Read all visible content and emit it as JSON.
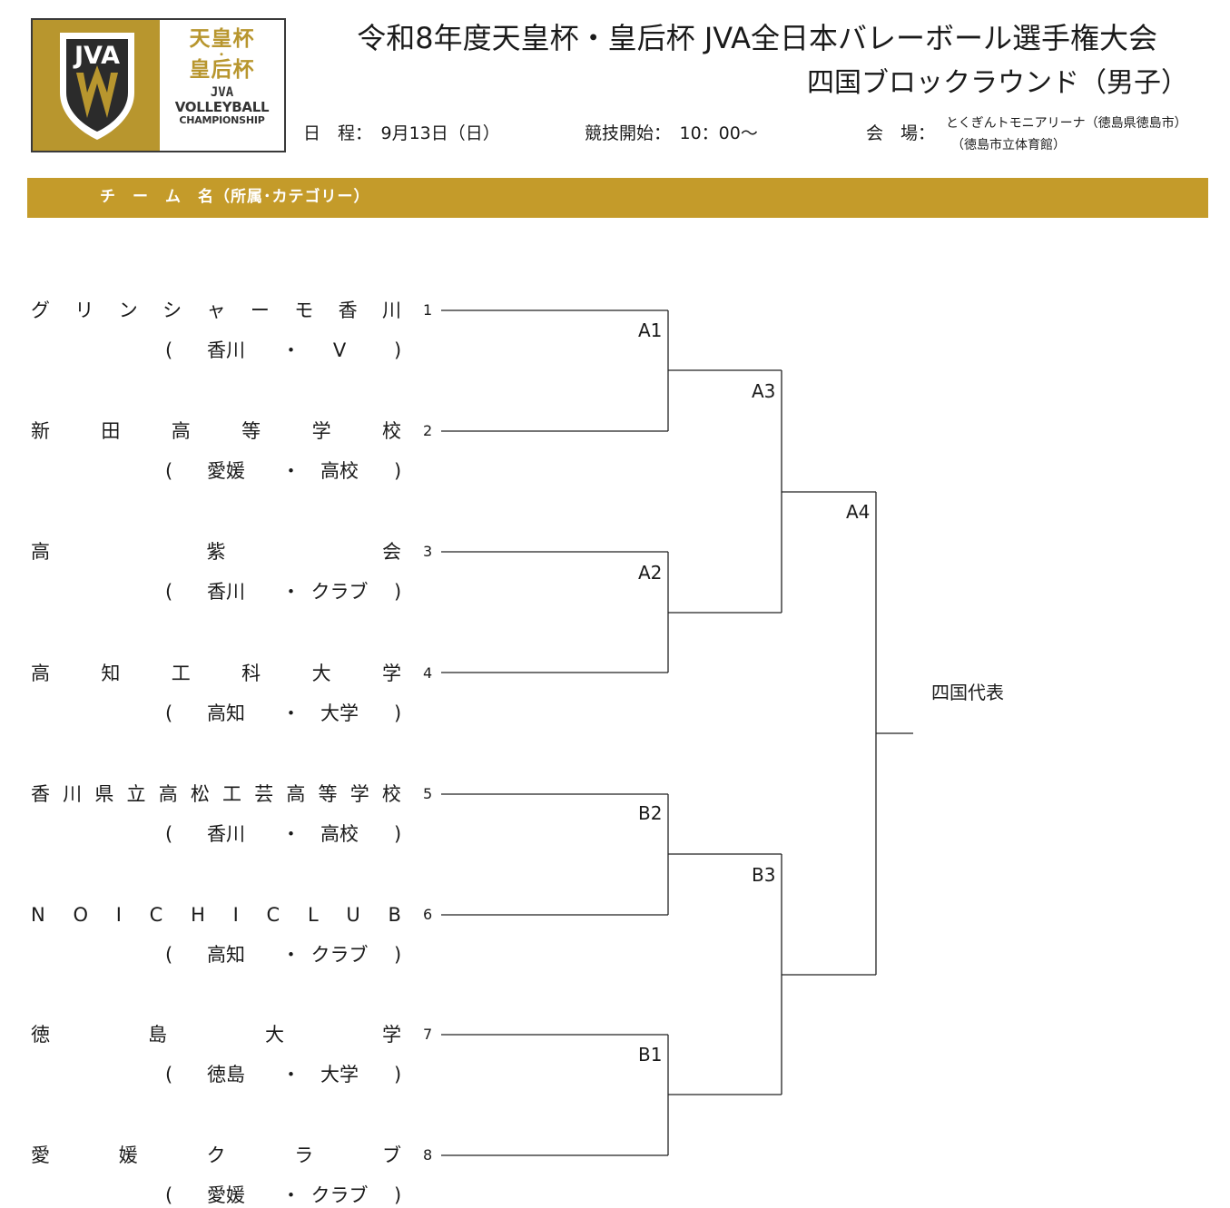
{
  "logo": {
    "mark": "JVA",
    "title_line1": "天皇杯",
    "title_dot": "・",
    "title_line2": "皇后杯",
    "sub1": "JVA",
    "sub2": "VOLLEYBALL",
    "sub3": "CHAMPIONSHIP",
    "accent_color": "#b8962e"
  },
  "title": {
    "line1": "令和8年度天皇杯・皇后杯 JVA全日本バレーボール選手権大会",
    "line2": "四国ブロックラウンド（男子）"
  },
  "info": {
    "date": "日　程：　9月13日（日）",
    "start": "競技開始：　10：00～",
    "venue_label": "会　場：",
    "venue_line1": "とくぎんトモニアリーナ（徳島県徳島市）",
    "venue_line2": "（徳島市立体育館）"
  },
  "header_band": {
    "label": "チ　ー　ム　名（所属･カテゴリー）",
    "color": "#c49b2a"
  },
  "teams": [
    {
      "seed": "1",
      "name_chars": [
        "グ",
        "リ",
        "ン",
        "シ",
        "ャ",
        "ー",
        "モ",
        "香",
        "川"
      ],
      "aff": [
        "(",
        "香川",
        "・",
        "V",
        ")"
      ]
    },
    {
      "seed": "2",
      "name_chars": [
        "新",
        "田",
        "高",
        "等",
        "学",
        "校"
      ],
      "aff": [
        "(",
        "愛媛",
        "・",
        "高校",
        ")"
      ]
    },
    {
      "seed": "3",
      "name_chars": [
        "高",
        "紫",
        "会"
      ],
      "aff": [
        "(",
        "香川",
        "・",
        "クラブ",
        ")"
      ]
    },
    {
      "seed": "4",
      "name_chars": [
        "高",
        "知",
        "工",
        "科",
        "大",
        "学"
      ],
      "aff": [
        "(",
        "高知",
        "・",
        "大学",
        ")"
      ]
    },
    {
      "seed": "5",
      "name_chars": [
        "香",
        "川",
        "県",
        "立",
        "高",
        "松",
        "工",
        "芸",
        "高",
        "等",
        "学",
        "校"
      ],
      "aff": [
        "(",
        "香川",
        "・",
        "高校",
        ")"
      ]
    },
    {
      "seed": "6",
      "name_chars": [
        "N",
        "O",
        "I",
        "C",
        "H",
        "I",
        "C",
        "L",
        "U",
        "B"
      ],
      "aff": [
        "(",
        "高知",
        "・",
        "クラブ",
        ")"
      ]
    },
    {
      "seed": "7",
      "name_chars": [
        "徳",
        "島",
        "大",
        "学"
      ],
      "aff": [
        "(",
        "徳島",
        "・",
        "大学",
        ")"
      ]
    },
    {
      "seed": "8",
      "name_chars": [
        "愛",
        "媛",
        "ク",
        "ラ",
        "ブ"
      ],
      "aff": [
        "(",
        "愛媛",
        "・",
        "クラブ",
        ")"
      ]
    }
  ],
  "matches": [
    "A1",
    "A2",
    "A3",
    "A4",
    "B1",
    "B2",
    "B3"
  ],
  "winner_label": "四国代表"
}
